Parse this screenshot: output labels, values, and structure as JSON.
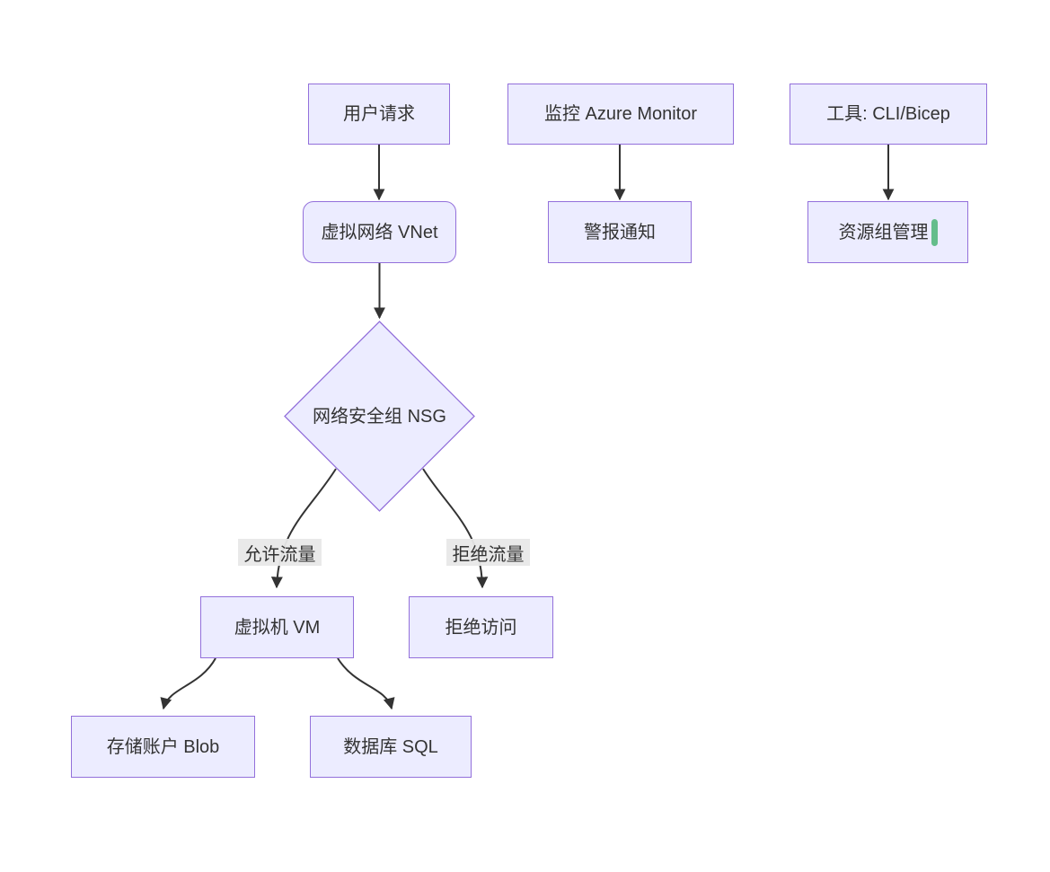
{
  "diagram": {
    "type": "flowchart",
    "direction": "top-down",
    "nodes": {
      "user_request": {
        "label": "用户请求",
        "shape": "rectangle"
      },
      "monitor": {
        "label": "监控 Azure Monitor",
        "shape": "rectangle"
      },
      "tools": {
        "label": "工具: CLI/Bicep",
        "shape": "rectangle"
      },
      "vnet": {
        "label": "虚拟网络 VNet",
        "shape": "rounded-rectangle"
      },
      "alert": {
        "label": "警报通知",
        "shape": "rectangle"
      },
      "resource_group": {
        "label": "资源组管理",
        "shape": "rectangle",
        "has_text_caret": true
      },
      "nsg": {
        "label": "网络安全组 NSG",
        "shape": "diamond"
      },
      "vm": {
        "label": "虚拟机 VM",
        "shape": "rectangle"
      },
      "deny_access": {
        "label": "拒绝访问",
        "shape": "rectangle"
      },
      "storage_blob": {
        "label": "存储账户 Blob",
        "shape": "rectangle"
      },
      "database_sql": {
        "label": "数据库 SQL",
        "shape": "rectangle"
      }
    },
    "edges": [
      {
        "from": "user_request",
        "to": "vnet",
        "label": ""
      },
      {
        "from": "monitor",
        "to": "alert",
        "label": ""
      },
      {
        "from": "tools",
        "to": "resource_group",
        "label": ""
      },
      {
        "from": "vnet",
        "to": "nsg",
        "label": ""
      },
      {
        "from": "nsg",
        "to": "vm",
        "label": "允许流量"
      },
      {
        "from": "nsg",
        "to": "deny_access",
        "label": "拒绝流量"
      },
      {
        "from": "vm",
        "to": "storage_blob",
        "label": ""
      },
      {
        "from": "vm",
        "to": "database_sql",
        "label": ""
      }
    ],
    "colors": {
      "node_fill": "#ECECFF",
      "node_border": "#9370DB",
      "edge_stroke": "#333333",
      "edge_label_background": "#E8E8E8",
      "text": "#333333",
      "caret": "#64BD8B",
      "canvas_background": "#FFFFFF"
    }
  }
}
